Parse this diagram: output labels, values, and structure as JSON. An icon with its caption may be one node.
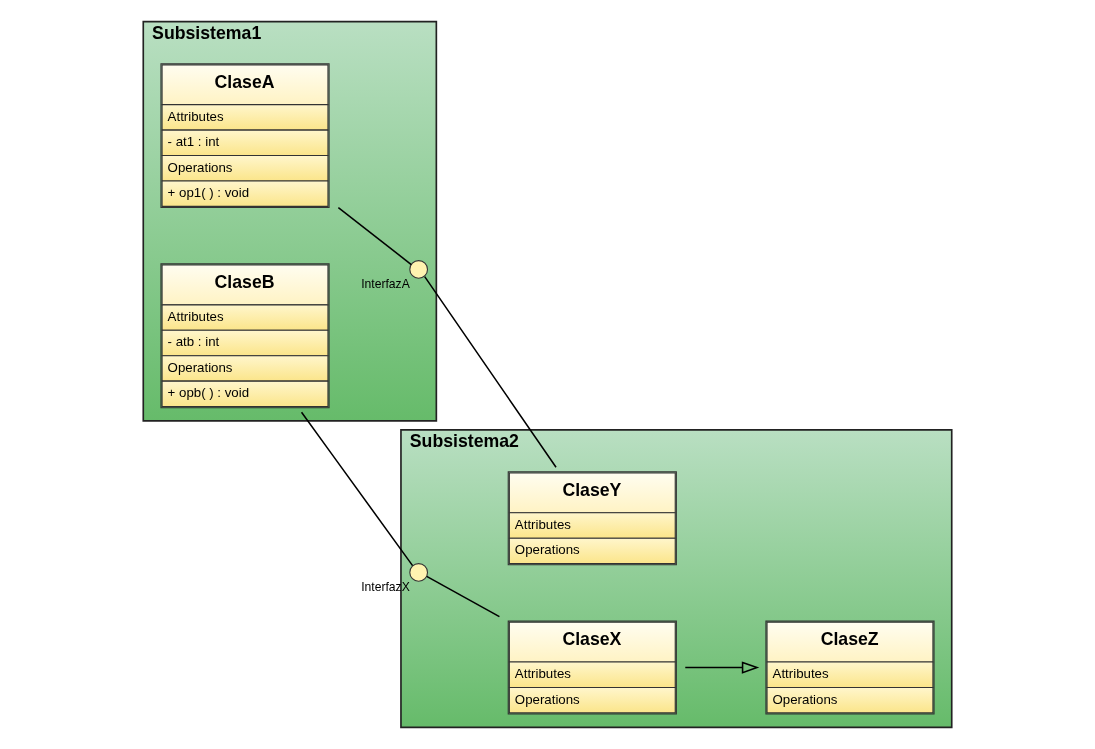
{
  "diagram": {
    "nodes": [
      {
        "text": [
          "Subsistema1"
        ]
      },
      {
        "text": [
          "ClaseA",
          "Attributes",
          "- at1 : int",
          "Operations",
          "+ op1( ) : void"
        ],
        "in": 0
      },
      {
        "text": [
          "InterfazA"
        ],
        "in": 0
      },
      {
        "text": [
          "ClaseB",
          "Attributes",
          "- atb : int",
          "Operations",
          "+ opb( ) : void"
        ],
        "in": 0
      },
      {
        "text": [
          "Subsistema2"
        ]
      },
      {
        "text": [
          "InterfazX"
        ],
        "in": 4
      },
      {
        "text": [
          "ClaseX",
          "Attributes",
          "Operations"
        ],
        "in": 4
      },
      {
        "text": [
          "ClaseY",
          "Attributes",
          "Operations"
        ],
        "in": 4
      },
      {
        "text": [
          "ClaseZ",
          "Attributes",
          "Operations"
        ],
        "in": 4
      }
    ],
    "edges": [
      {
        "from": 1,
        "to": 2,
        "arrow": "none"
      },
      {
        "from": 2,
        "to": 7,
        "arrow": "none"
      },
      {
        "from": 3,
        "to": 5,
        "arrow": "none"
      },
      {
        "from": 5,
        "to": 6,
        "arrow": "none"
      },
      {
        "from": 6,
        "to": 8,
        "arrow": "to"
      }
    ]
  }
}
